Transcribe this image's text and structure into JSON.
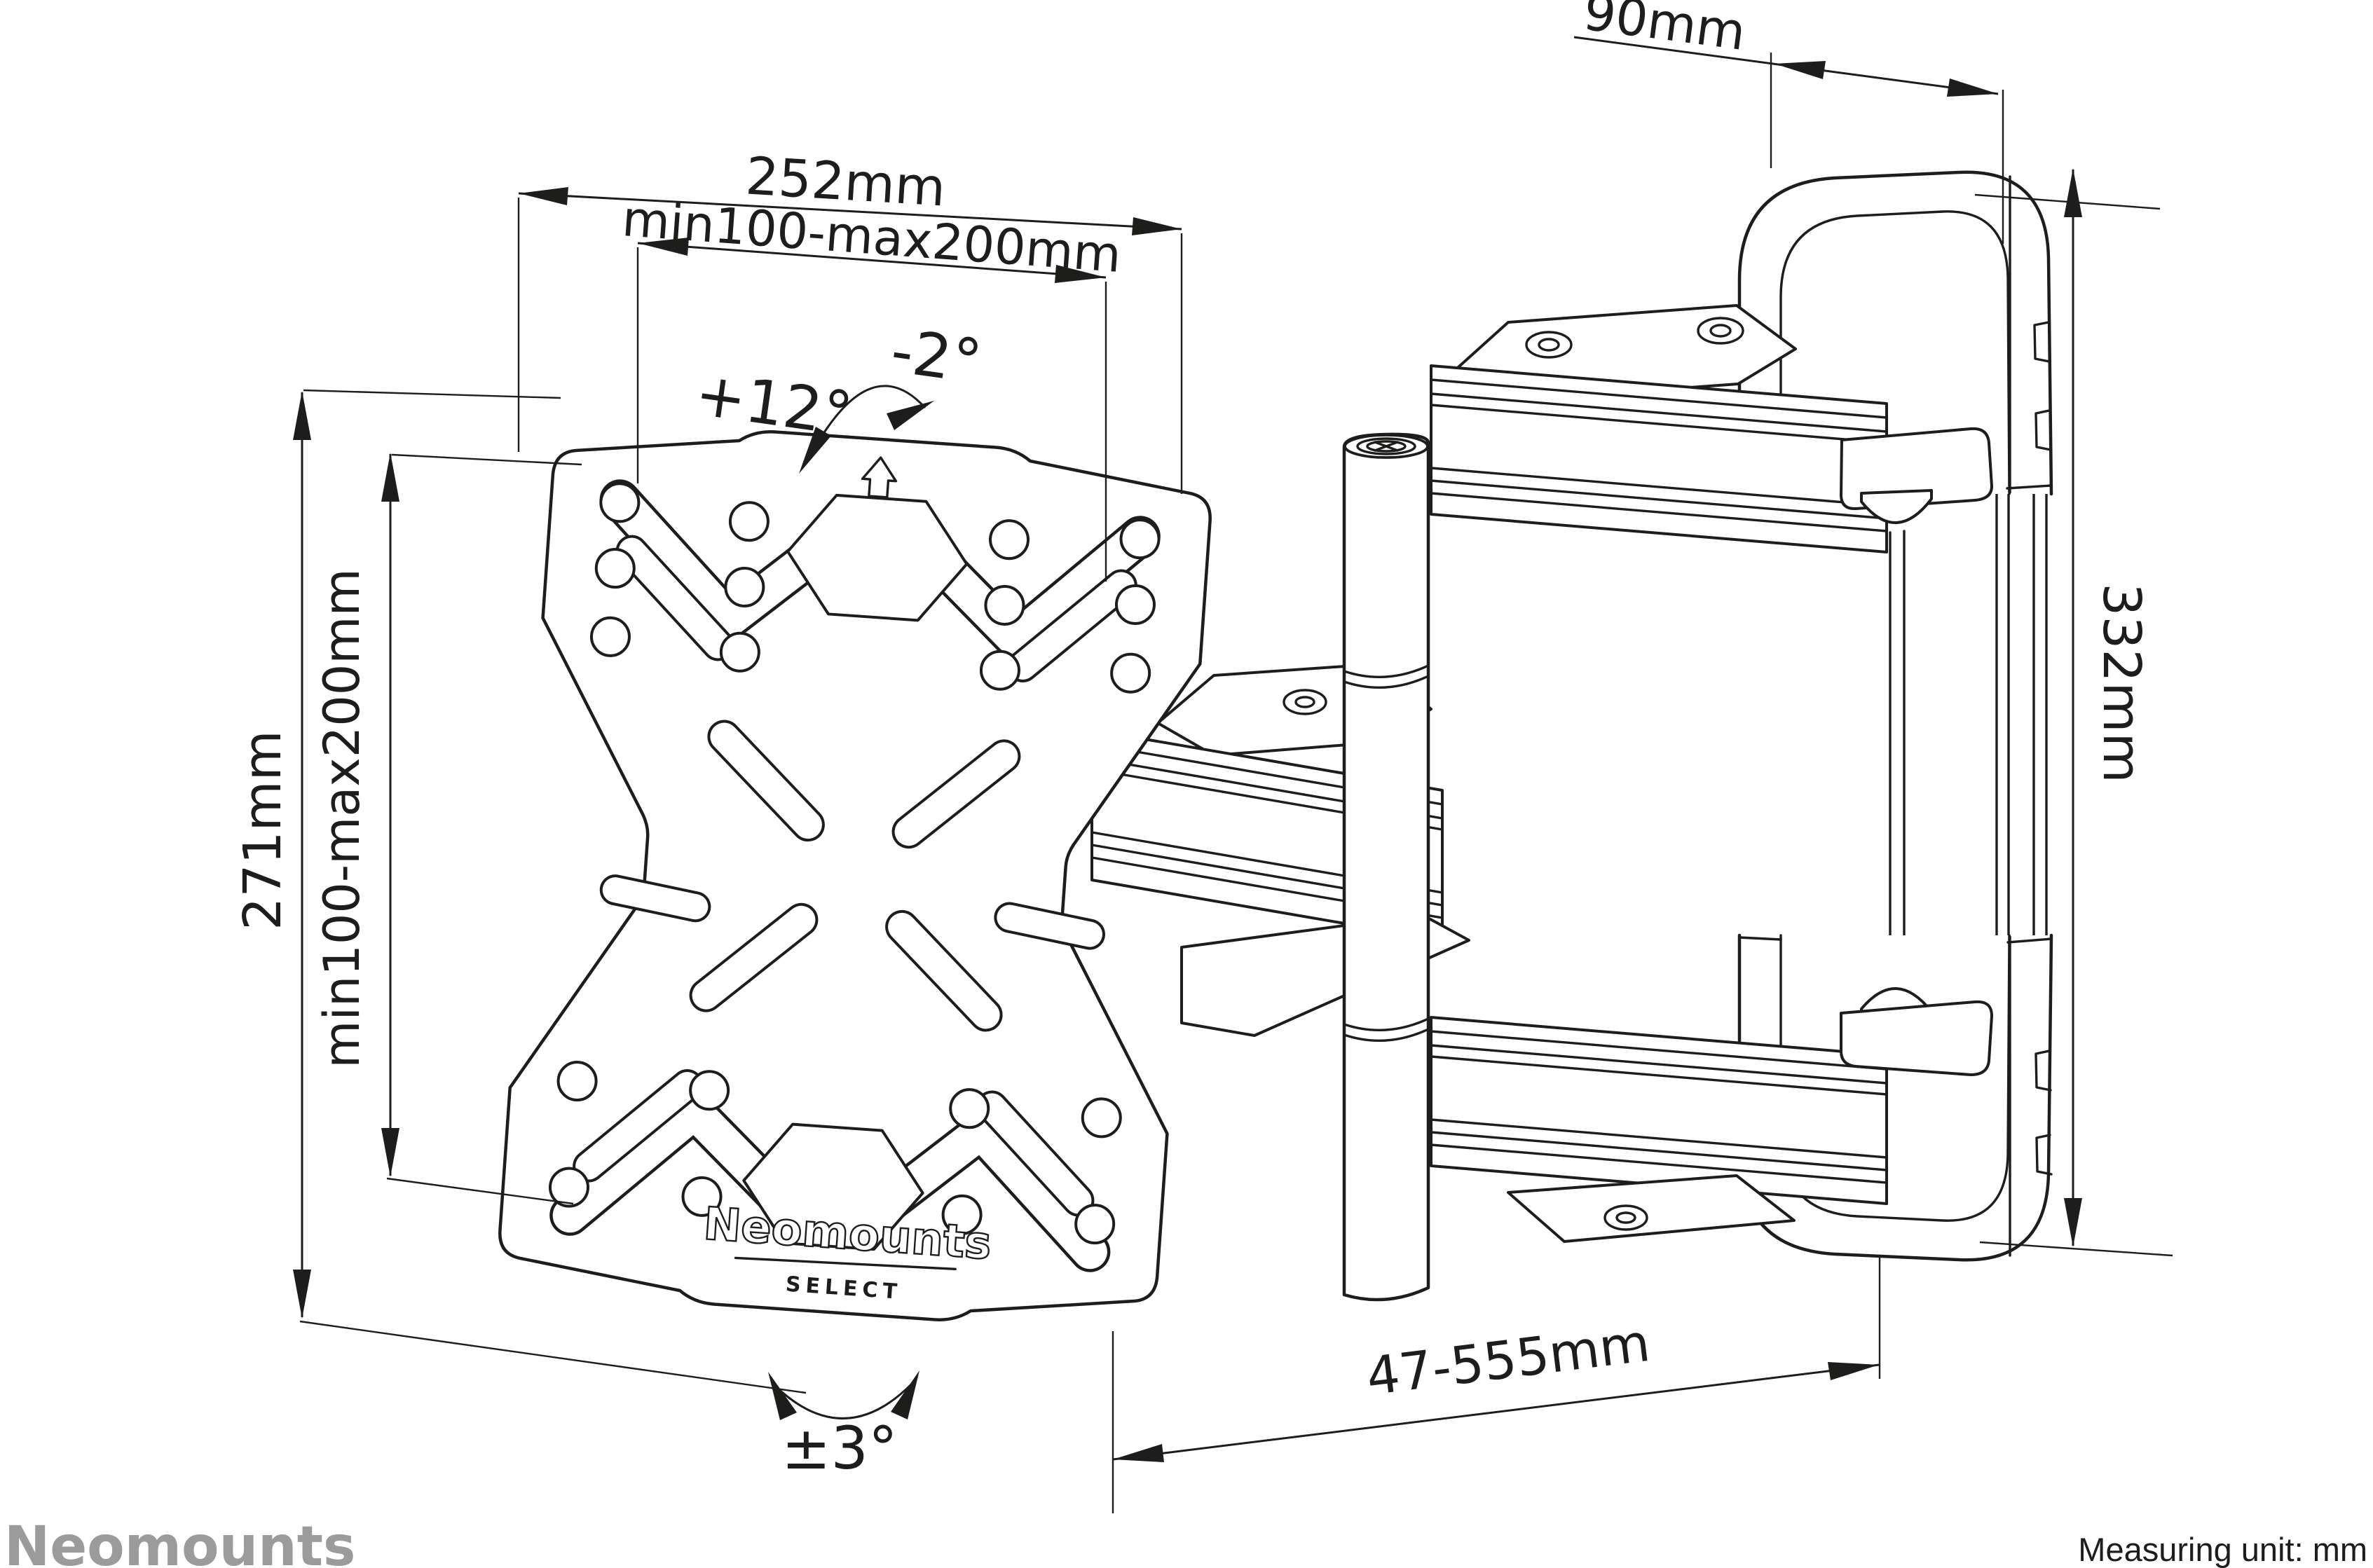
{
  "document": {
    "type": "product technical drawing",
    "product": "TV wall mount with articulated arm and VESA plate"
  },
  "dimensions": {
    "bracket_width": {
      "label": "90mm"
    },
    "plate_width": {
      "label": "252mm"
    },
    "vesa_width": {
      "label": "min100-max200mm"
    },
    "tilt_up": {
      "label": "+12°"
    },
    "tilt_down": {
      "label": "-2°"
    },
    "plate_height": {
      "label": "271mm"
    },
    "vesa_height": {
      "label": "min100-max200mm"
    },
    "bracket_height": {
      "label": "332mm"
    },
    "extension": {
      "label": "47-555mm"
    },
    "swivel_level": {
      "label": "±3°"
    }
  },
  "plate_logo": {
    "brand": "Neomounts",
    "series": "SELECT"
  },
  "footer": {
    "brand_logo": "Neomounts",
    "measuring_unit": "Measuring unit: mm"
  },
  "colors": {
    "line": "#1d1d1b",
    "background": "#ffffff",
    "logo_gray": "#9b9b9b"
  }
}
